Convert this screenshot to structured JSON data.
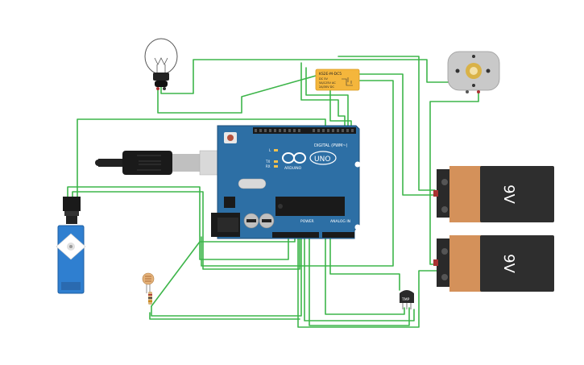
{
  "colors": {
    "wire": "#3db54a",
    "arduino_board": "#2d6fa5",
    "battery_top": "#d4915a",
    "battery_body": "#2e2e2e",
    "relay": "#f4b63c",
    "servo": "#2f7fd0",
    "motor": "#c9c9c9"
  },
  "relay": {
    "line1": "KS2E-M-DC5",
    "line2": "DC 5V",
    "line3": "5A/125V AC",
    "line4": "2A/30V DC"
  },
  "arduino": {
    "brand": "ARDUINO",
    "model": "UNO",
    "digital_label": "DIGITAL (PWM~)",
    "power_label": "POWER",
    "analog_label": "ANALOG IN",
    "led_l": "L",
    "led_tx": "TX",
    "led_rx": "RX"
  },
  "batteries": [
    {
      "label": "9V"
    },
    {
      "label": "9V"
    }
  ],
  "sensor": {
    "label": "TMP"
  },
  "icons": [
    "usb-cable-icon",
    "light-bulb-icon",
    "dc-motor-icon",
    "servo-icon",
    "photoresistor-icon",
    "resistor-icon"
  ]
}
